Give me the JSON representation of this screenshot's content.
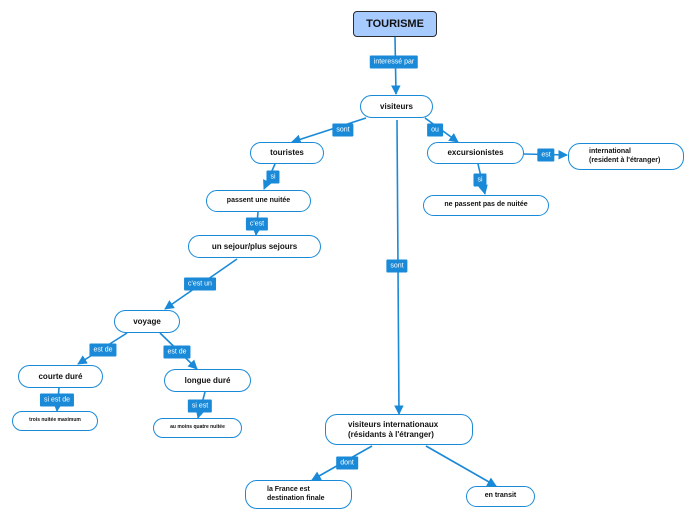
{
  "nodes": {
    "tourisme": "TOURISME",
    "visiteurs": "visiteurs",
    "touristes": "touristes",
    "excursionistes": "excursionistes",
    "international": "international\n(resident à l'étranger)",
    "passent_une_nuitee": "passent une nuitée",
    "ne_passent_pas": "ne passent pas de nuitée",
    "sejour": "un sejour/plus sejours",
    "voyage": "voyage",
    "courte_dure": "courte duré",
    "longue_dure": "longue duré",
    "trois_nuitee": "trois nuitée maximum",
    "quatre_nuitee": "au moins quatre nuitée",
    "visiteurs_internationaux": "visiteurs internationaux\n(résidants à l'étranger)",
    "france_destination": "la France est\ndestination finale",
    "en_transit": "en transit"
  },
  "links": {
    "interesse_par": "interessé par",
    "sont_touristes": "sont",
    "ou": "ou",
    "est_international": "est",
    "si_touristes": "si",
    "si_excursionistes": "si",
    "c_est": "c'est",
    "c_est_un": "c'est un",
    "est_de_courte": "est de",
    "est_de_longue": "est de",
    "si_est_de": "si est de",
    "si_est": "si est",
    "sont_internationaux": "sont",
    "dont": "dont"
  },
  "colors": {
    "accent": "#1a8ad8",
    "root_fill": "#a8cbff",
    "root_border": "#2b2b2b"
  }
}
